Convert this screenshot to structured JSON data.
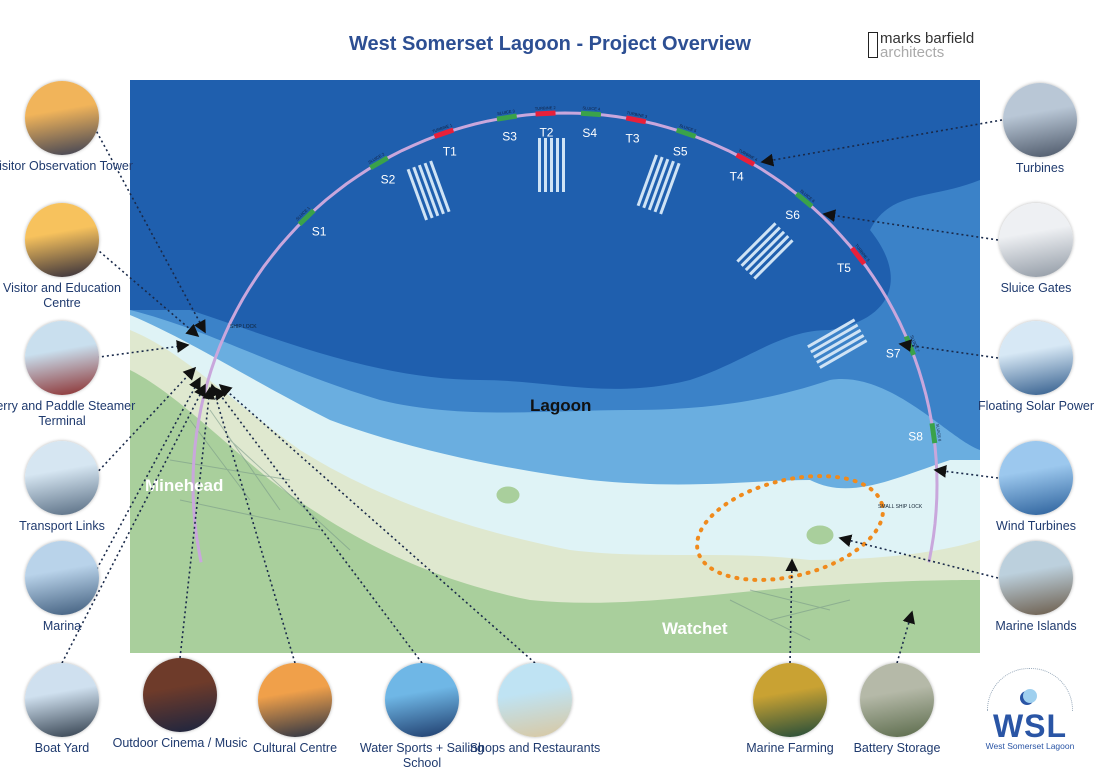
{
  "title": "West Somerset Lagoon - Project Overview",
  "architect_logo": {
    "line1": "marks barfield",
    "line2": "architects"
  },
  "wsl_logo": {
    "mark": "WSL",
    "name": "West Somerset Lagoon"
  },
  "map": {
    "labels": {
      "lagoon": "Lagoon",
      "minehead": "Minehead",
      "watchet": "Watchet",
      "ship_lock": "SHIP LOCK",
      "small_ship_lock": "SMALL SHIP LOCK"
    },
    "structures": [
      {
        "id": "S1",
        "type": "sluice",
        "tag": "SLUICE 1"
      },
      {
        "id": "S2",
        "type": "sluice",
        "tag": "SLUICE 2"
      },
      {
        "id": "T1",
        "type": "turbine",
        "tag": "TURBINE 1"
      },
      {
        "id": "S3",
        "type": "sluice",
        "tag": "SLUICE 3"
      },
      {
        "id": "T2",
        "type": "turbine",
        "tag": "TURBINE 2"
      },
      {
        "id": "S4",
        "type": "sluice",
        "tag": "SLUICE 4"
      },
      {
        "id": "T3",
        "type": "turbine",
        "tag": "TURBINE 3"
      },
      {
        "id": "S5",
        "type": "sluice",
        "tag": "SLUICE 5"
      },
      {
        "id": "T4",
        "type": "turbine",
        "tag": "TURBINE 4"
      },
      {
        "id": "S6",
        "type": "sluice",
        "tag": "SLUICE 6"
      },
      {
        "id": "T5",
        "type": "turbine",
        "tag": "TURBINE 5"
      },
      {
        "id": "S7",
        "type": "sluice",
        "tag": "SLUICE 7"
      },
      {
        "id": "S8",
        "type": "sluice",
        "tag": "SLUICE 8"
      }
    ]
  },
  "colors": {
    "sluice": "#3aa24a",
    "turbine": "#e8203a",
    "title": "#2d4f93",
    "deep_sea": "#1f5fae",
    "sea": "#3b82c8",
    "shallow": "#6aaee0",
    "foreshore": "#dff3f6",
    "land": "#a9cf9c",
    "highlight": "#f08a1c"
  },
  "features": {
    "left": [
      {
        "key": "tower",
        "label": "Visitor Observation Tower",
        "icon": "observation-tower-photo"
      },
      {
        "key": "education",
        "label": "Visitor and Education Centre",
        "icon": "education-centre-photo"
      },
      {
        "key": "ferry",
        "label": "Ferry and Paddle Steamer Terminal",
        "icon": "paddle-steamer-photo"
      },
      {
        "key": "transport",
        "label": "Transport Links",
        "icon": "transport-photo"
      },
      {
        "key": "marina",
        "label": "Marina",
        "icon": "marina-photo"
      }
    ],
    "bottom": [
      {
        "key": "boatyard",
        "label": "Boat Yard",
        "icon": "boat-yard-photo"
      },
      {
        "key": "cinema",
        "label": "Outdoor Cinema / Music",
        "icon": "cinema-photo"
      },
      {
        "key": "cultural",
        "label": "Cultural Centre",
        "icon": "cultural-centre-photo"
      },
      {
        "key": "watersports",
        "label": "Water Sports + Sailing School",
        "icon": "water-sports-photo"
      },
      {
        "key": "shops",
        "label": "Shops and Restaurants",
        "icon": "shops-photo"
      },
      {
        "key": "farming",
        "label": "Marine Farming",
        "icon": "marine-farming-photo"
      },
      {
        "key": "battery",
        "label": "Battery Storage",
        "icon": "battery-storage-photo"
      }
    ],
    "right": [
      {
        "key": "turbines",
        "label": "Turbines",
        "icon": "turbines-photo"
      },
      {
        "key": "sluices",
        "label": "Sluice Gates",
        "icon": "sluice-gates-photo"
      },
      {
        "key": "solar",
        "label": "Floating Solar Power",
        "icon": "floating-solar-photo"
      },
      {
        "key": "wind",
        "label": "Wind Turbines",
        "icon": "wind-turbines-photo"
      },
      {
        "key": "islands",
        "label": "Marine Islands",
        "icon": "marine-islands-photo"
      }
    ]
  }
}
